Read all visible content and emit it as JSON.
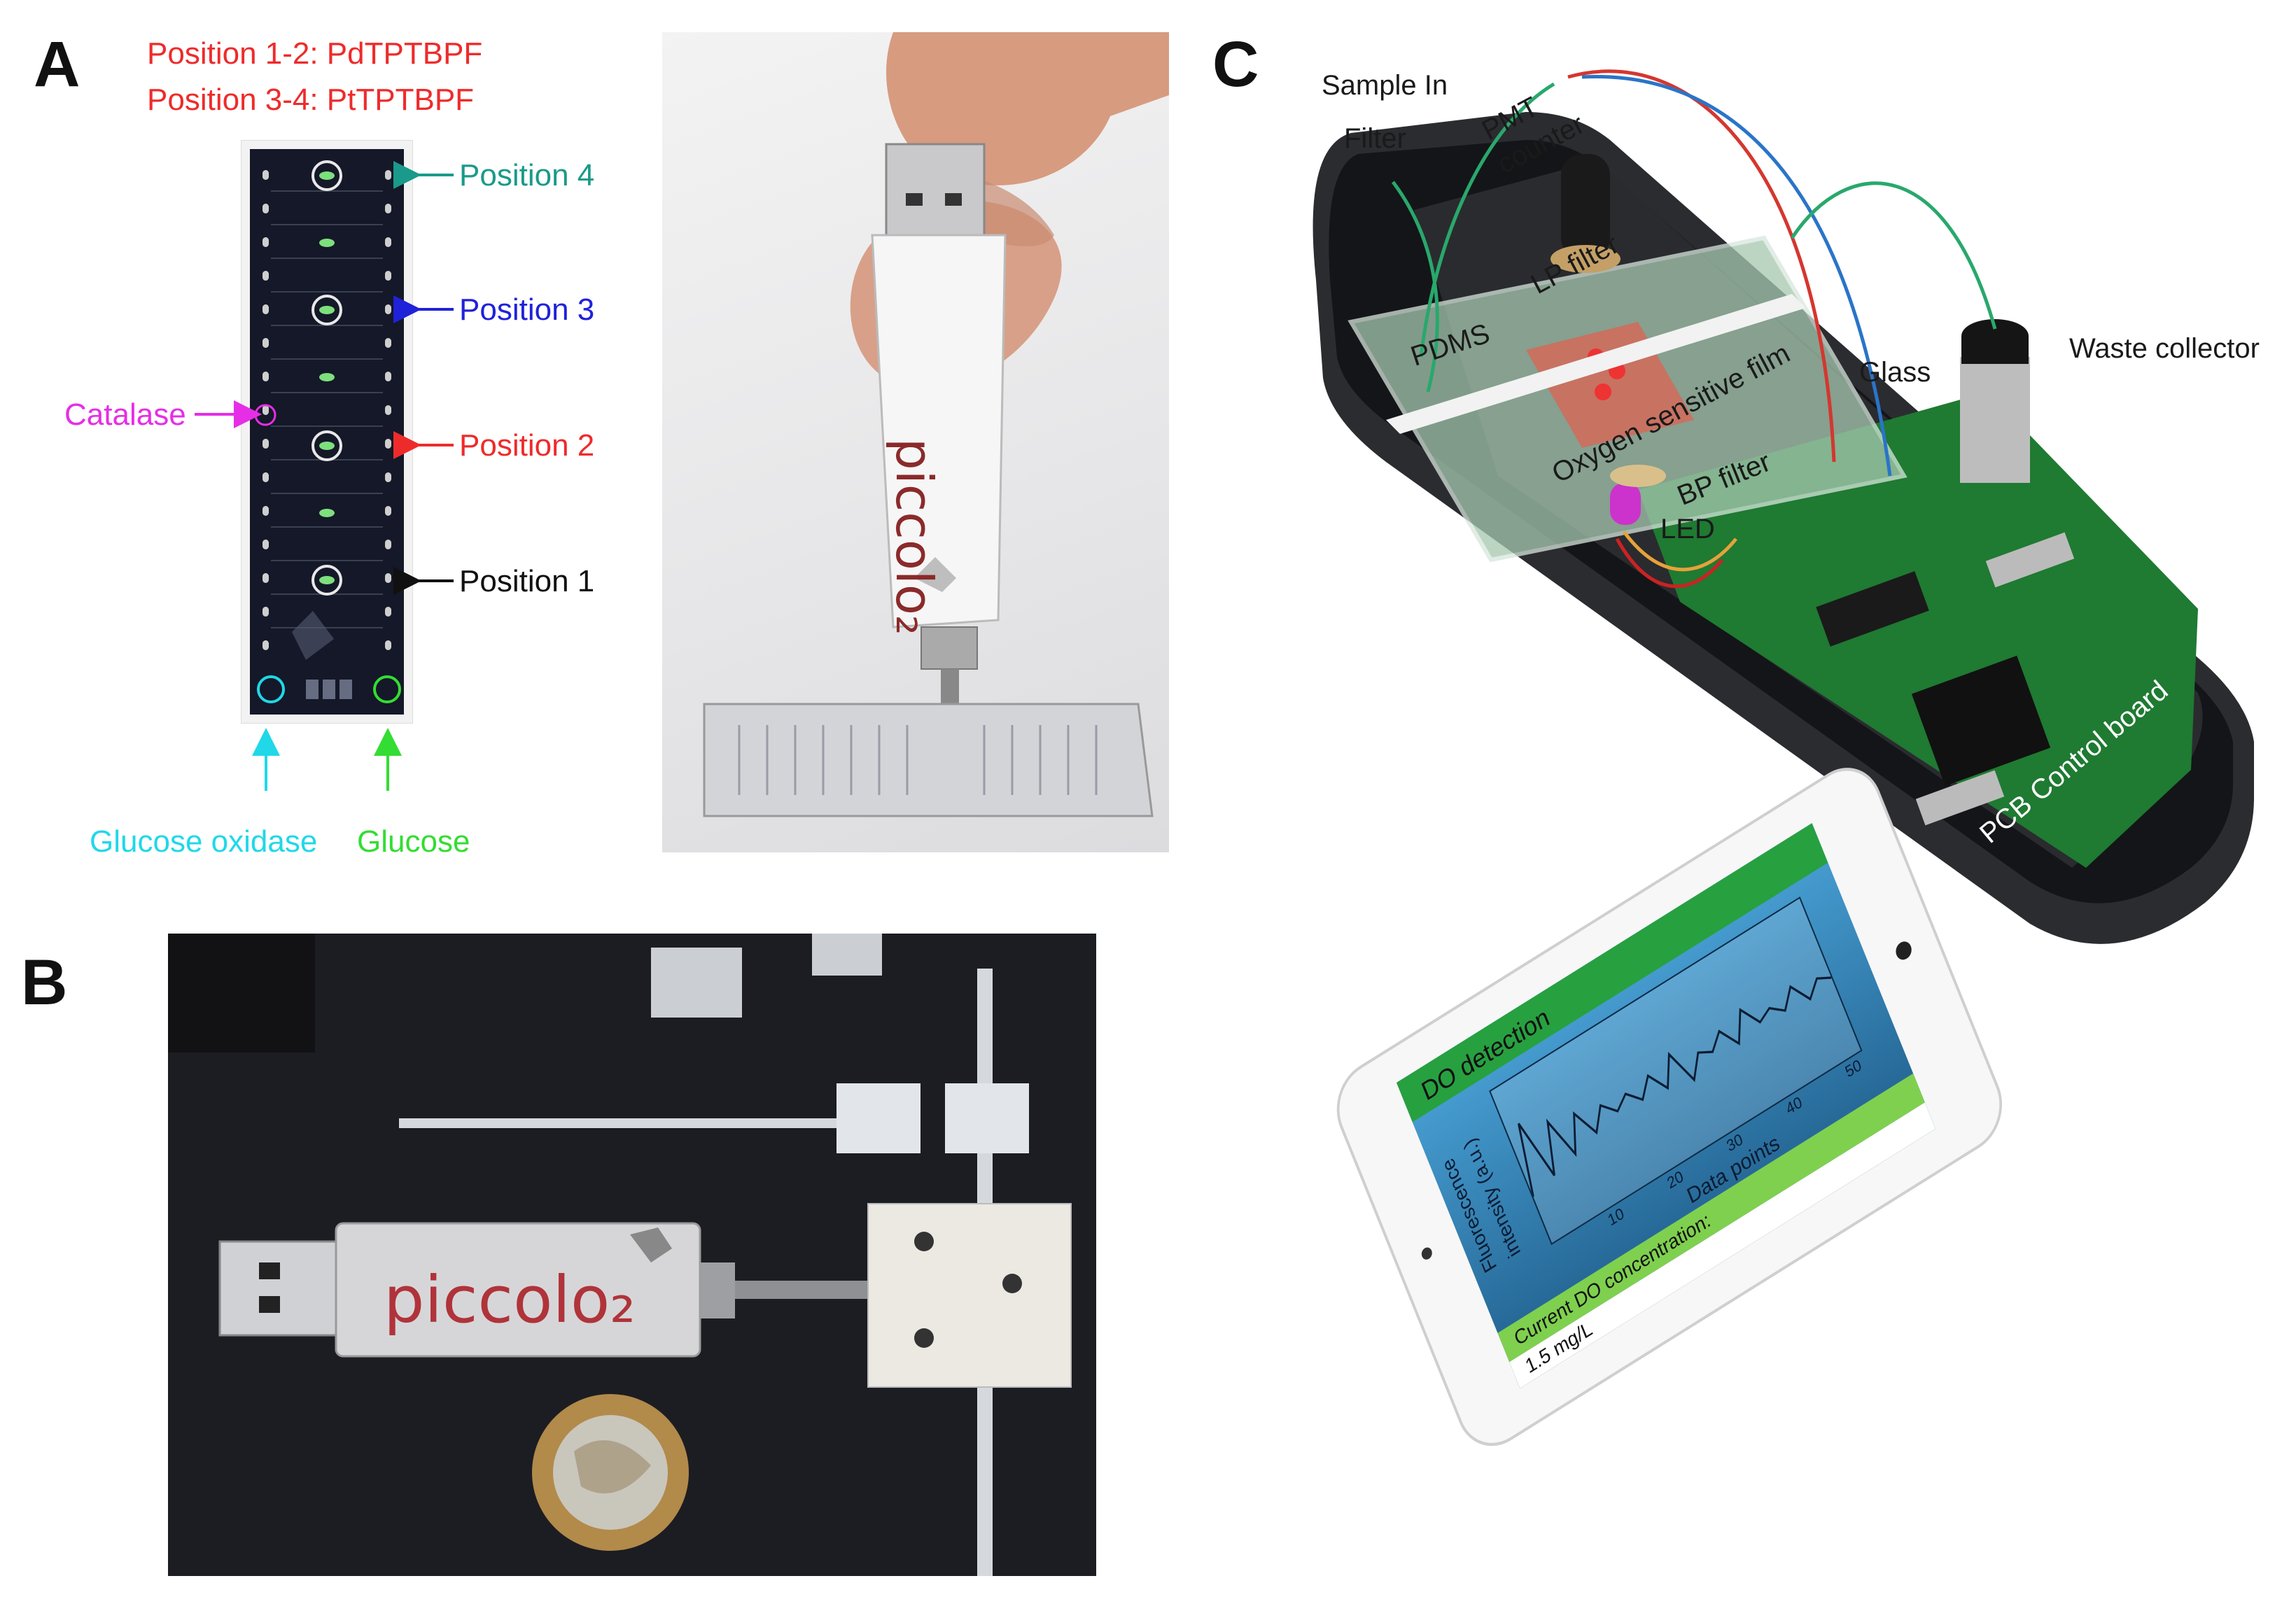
{
  "panel_a": {
    "letter": "A",
    "dye_line1": "Position 1-2: PdTPTBPF",
    "dye_line2": "Position 3-4: PtTPTBPF",
    "labels": {
      "position4": "Position 4",
      "position3": "Position 3",
      "position2": "Position 2",
      "position1": "Position 1",
      "catalase": "Catalase",
      "glucose_oxidase": "Glucose oxidase",
      "glucose": "Glucose"
    },
    "colors": {
      "red": "#ee2b2b",
      "teal": "#1a9a8a",
      "blue": "#1f22d8",
      "magenta": "#e62ee6",
      "cyan": "#20d8e8",
      "green": "#33dd33"
    },
    "device_brand": "piccolo₂"
  },
  "panel_b": {
    "letter": "B",
    "device_brand": "piccolo₂"
  },
  "panel_c": {
    "letter": "C",
    "labels": {
      "sample_in": "Sample In",
      "filter": "Filter",
      "pmt_counter_1": "PMT",
      "pmt_counter_2": "counter",
      "lp_filter": "LP filter",
      "pdms": "PDMS",
      "oxygen_film": "Oxygen sensitive film",
      "glass": "Glass",
      "waste_collector": "Waste collector",
      "bp_filter": "BP filter",
      "led": "LED",
      "pcb": "PCB Control board"
    },
    "phone": {
      "header": "DO detection",
      "y_axis_1": "Fluorescence",
      "y_axis_2": "intensity (a.u.)",
      "x_axis": "Data points",
      "x_ticks": [
        "10",
        "20",
        "30",
        "40",
        "50"
      ],
      "status_label": "Current DO concentration:",
      "status_value": "1.5 mg/L"
    }
  }
}
